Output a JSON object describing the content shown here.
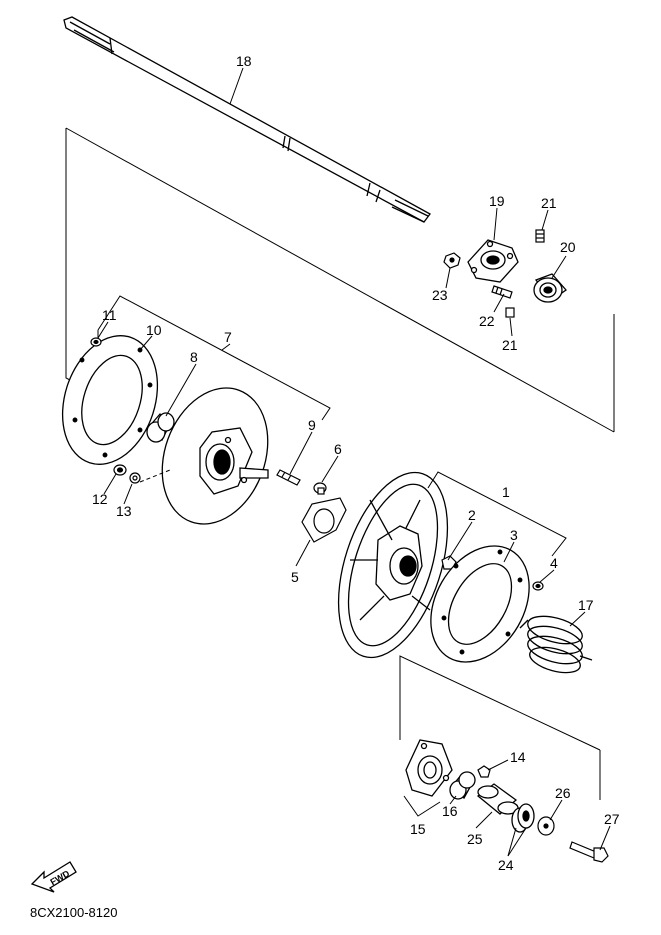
{
  "diagram": {
    "callouts": [
      {
        "id": "1",
        "text": "1"
      },
      {
        "id": "2",
        "text": "2"
      },
      {
        "id": "3",
        "text": "3"
      },
      {
        "id": "4",
        "text": "4"
      },
      {
        "id": "5",
        "text": "5"
      },
      {
        "id": "6",
        "text": "6"
      },
      {
        "id": "7",
        "text": "7"
      },
      {
        "id": "8",
        "text": "8"
      },
      {
        "id": "9",
        "text": "9"
      },
      {
        "id": "10",
        "text": "10"
      },
      {
        "id": "11",
        "text": "11"
      },
      {
        "id": "12",
        "text": "12"
      },
      {
        "id": "13",
        "text": "13"
      },
      {
        "id": "14",
        "text": "14"
      },
      {
        "id": "15",
        "text": "15"
      },
      {
        "id": "16",
        "text": "16"
      },
      {
        "id": "17",
        "text": "17"
      },
      {
        "id": "18",
        "text": "18"
      },
      {
        "id": "19",
        "text": "19"
      },
      {
        "id": "20",
        "text": "20"
      },
      {
        "id": "21a",
        "text": "21"
      },
      {
        "id": "21b",
        "text": "21"
      },
      {
        "id": "22",
        "text": "22"
      },
      {
        "id": "23",
        "text": "23"
      },
      {
        "id": "24",
        "text": "24"
      },
      {
        "id": "25",
        "text": "25"
      },
      {
        "id": "26",
        "text": "26"
      },
      {
        "id": "27",
        "text": "27"
      }
    ],
    "fwd_label": "FWD",
    "caption": "8CX2100-8120"
  }
}
